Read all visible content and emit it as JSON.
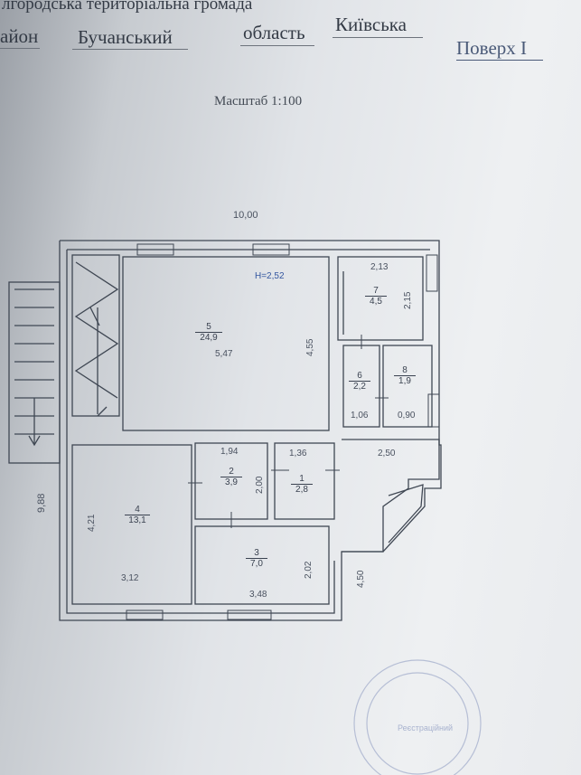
{
  "header": {
    "community": "лгородська територіальна громада",
    "district_label": "айон",
    "district_value": "Бучанський",
    "region_label": "область",
    "region_value": "Київська",
    "floor": "Поверх I"
  },
  "scale": "Масштаб 1:100",
  "plan": {
    "overall_width": "10,00",
    "overall_depth": "9,88",
    "height": "H=2,52",
    "rooms": [
      {
        "id": "5",
        "area": "24,9",
        "dims": [
          "5,47",
          "4,55"
        ]
      },
      {
        "id": "7",
        "area": "4,5",
        "dims": [
          "2,13",
          "2,15"
        ]
      },
      {
        "id": "6",
        "area": "2,2",
        "dims": [
          "1,06"
        ]
      },
      {
        "id": "8",
        "area": "1,9",
        "dims": [
          "0,90"
        ]
      },
      {
        "id": "2",
        "area": "3,9",
        "dims": [
          "1,94",
          "2,00"
        ]
      },
      {
        "id": "1",
        "area": "2,8",
        "dims": [
          "1,36"
        ]
      },
      {
        "id": "4",
        "area": "13,1",
        "dims": [
          "4,21",
          "3,12"
        ]
      },
      {
        "id": "3",
        "area": "7,0",
        "dims": [
          "3,48",
          "2,02"
        ]
      }
    ],
    "extra_dims": [
      "2,50",
      "4,50"
    ]
  },
  "stamp": {
    "text": "Реєстраційний"
  }
}
